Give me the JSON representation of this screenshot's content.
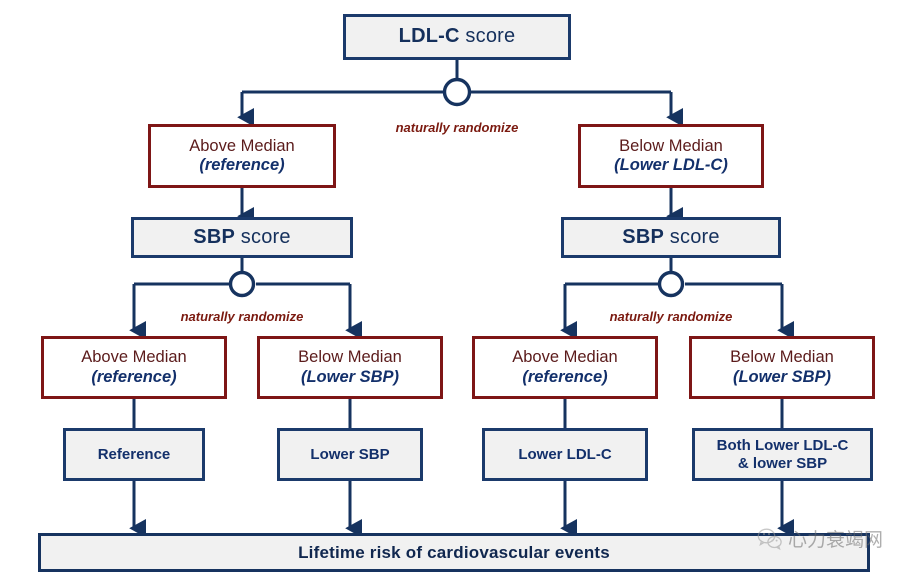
{
  "diagram": {
    "title_box": {
      "bold": "LDL-C",
      "regular": " score"
    },
    "root_branch_label": "naturally randomize",
    "ldl_branches": [
      {
        "line1": "Above Median",
        "line2": "(reference)"
      },
      {
        "line1": "Below Median",
        "line2": "(Lower LDL-C)"
      }
    ],
    "sbp_boxes": [
      {
        "bold": "SBP",
        "regular": " score"
      },
      {
        "bold": "SBP",
        "regular": " score"
      }
    ],
    "sbp_branch_labels": [
      "naturally randomize",
      "naturally randomize"
    ],
    "sbp_branches": [
      {
        "line1": "Above Median",
        "line2": "(reference)"
      },
      {
        "line1": "Below Median",
        "line2": "(Lower SBP)"
      },
      {
        "line1": "Above Median",
        "line2": "(reference)"
      },
      {
        "line1": "Below Median",
        "line2": "(Lower SBP)"
      }
    ],
    "outcomes": [
      {
        "line1": "Reference",
        "line2": ""
      },
      {
        "line1": "Lower SBP",
        "line2": ""
      },
      {
        "line1": "Lower LDL-C",
        "line2": ""
      },
      {
        "line1": "Both Lower LDL-C",
        "line2": "& lower SBP"
      }
    ],
    "bottom_bar": "Lifetime  risk of cardiovascular events",
    "watermark": "心力衰竭网",
    "colors": {
      "navy_border": "#1B3A6B",
      "navy_text": "#13306B",
      "red_border": "#7E1616",
      "red_text": "#5B1B1B",
      "label_red": "#7B1A10",
      "box_fill_gray": "#F1F1F1",
      "box_fill_white": "#FFFFFF"
    }
  }
}
